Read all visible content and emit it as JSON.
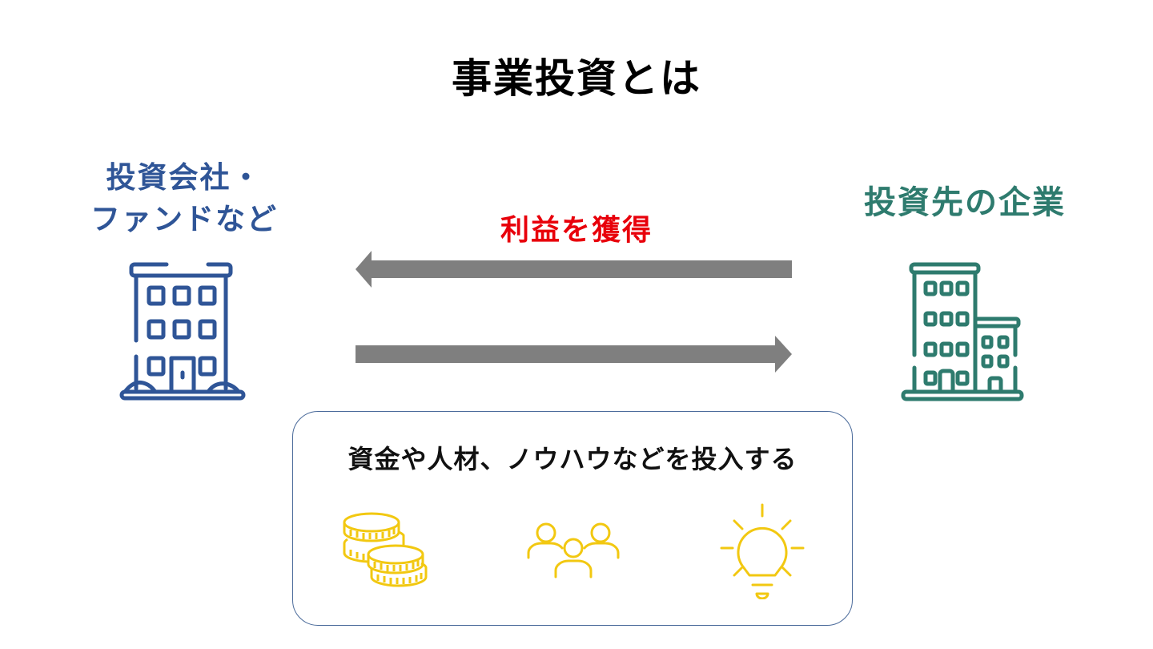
{
  "title": "事業投資とは",
  "left_entity": {
    "label_line1": "投資会社・",
    "label_line2": "ファンドなど",
    "icon": "office-building-icon",
    "color": "#2f5597"
  },
  "right_entity": {
    "label": "投資先の企業",
    "icon": "company-buildings-icon",
    "color": "#2e7b6e"
  },
  "flows": {
    "return_label": "利益を獲得",
    "return_color": "#e8000b",
    "return_direction": "right-to-left",
    "invest_direction": "left-to-right",
    "arrow_color": "#7f7f7f"
  },
  "investment_box": {
    "text": "資金や人材、ノウハウなどを投入する",
    "border_color": "#4a6a9a",
    "icons": [
      "coins-icon",
      "people-icon",
      "lightbulb-icon"
    ],
    "icon_color": "#f2c811"
  }
}
